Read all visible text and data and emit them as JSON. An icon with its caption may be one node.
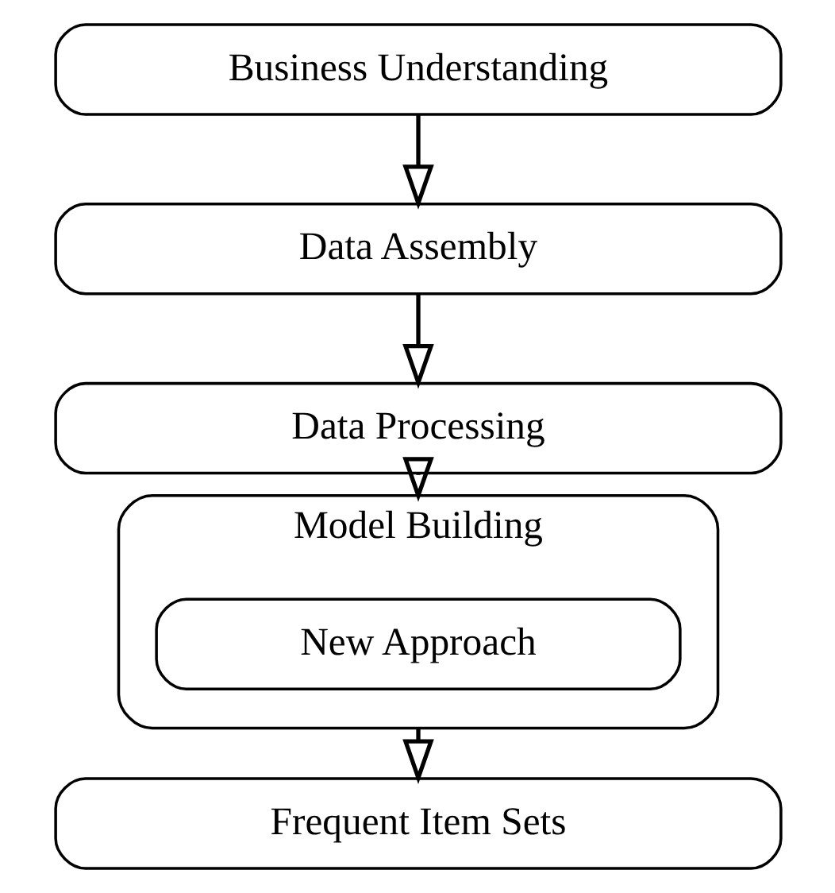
{
  "diagram": {
    "nodes": [
      {
        "text": [
          "Business Understanding"
        ]
      },
      {
        "text": [
          "Data Assembly"
        ]
      },
      {
        "text": [
          "Data Processing"
        ]
      },
      {
        "text": [
          "Model Building"
        ]
      },
      {
        "text": [
          "New Approach"
        ],
        "in": 3
      },
      {
        "text": [
          "Frequent Item Sets"
        ]
      }
    ],
    "edges": [
      {
        "from": 0,
        "to": 1,
        "arrow": "to"
      },
      {
        "from": 1,
        "to": 2,
        "arrow": "to"
      },
      {
        "from": 2,
        "to": 3,
        "arrow": "to"
      },
      {
        "from": 3,
        "to": 5,
        "arrow": "to"
      }
    ]
  }
}
